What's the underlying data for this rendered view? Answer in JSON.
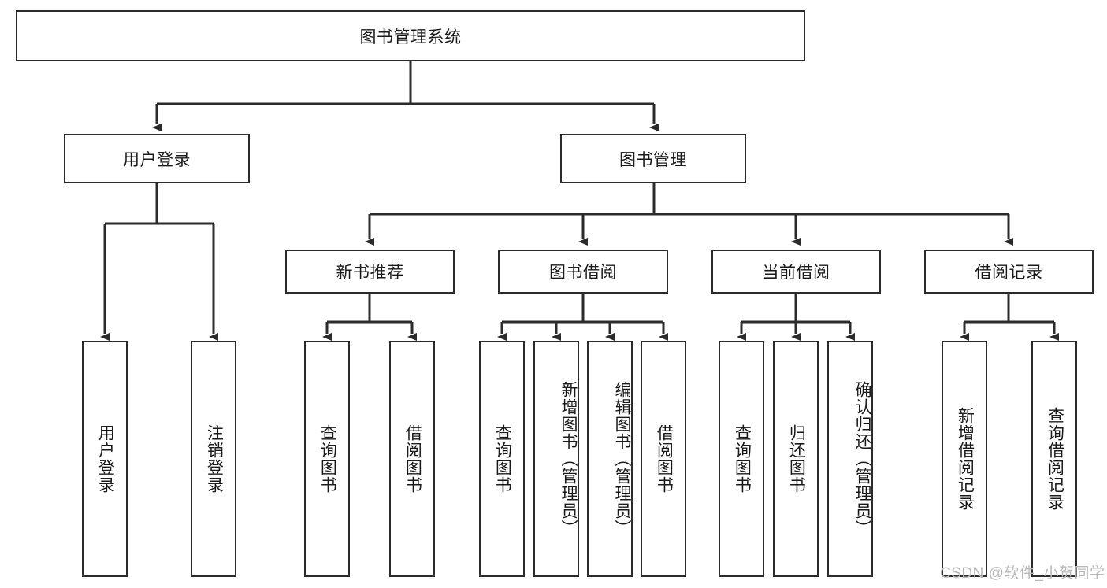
{
  "diagram": {
    "title": "图书管理系统",
    "type": "tree",
    "orientation": "top-down",
    "line_color": "#2b2b2b",
    "box_fill": "#ffffff",
    "text_color": "#1a1a1a",
    "root": {
      "label": "图书管理系统",
      "level": 0
    },
    "level1": [
      {
        "label": "用户登录"
      },
      {
        "label": "图书管理"
      }
    ],
    "level2": [
      {
        "label": "新书推荐",
        "parent": "图书管理"
      },
      {
        "label": "图书借阅",
        "parent": "图书管理"
      },
      {
        "label": "当前借阅",
        "parent": "图书管理"
      },
      {
        "label": "借阅记录",
        "parent": "图书管理"
      }
    ],
    "leaves": {
      "user_login": [
        {
          "label": "用户登录"
        },
        {
          "label": "注销登录"
        }
      ],
      "new_book_recommend": [
        {
          "label": "查询图书"
        },
        {
          "label": "借阅图书"
        }
      ],
      "book_borrow": [
        {
          "label": "查询图书"
        },
        {
          "label": "新增图书（管理员）"
        },
        {
          "label": "编辑图书（管理员）"
        },
        {
          "label": "借阅图书"
        }
      ],
      "current_borrow": [
        {
          "label": "查询图书"
        },
        {
          "label": "归还图书"
        },
        {
          "label": "确认归还（管理员）"
        }
      ],
      "borrow_record": [
        {
          "label": "新增借阅记录"
        },
        {
          "label": "查询借阅记录"
        }
      ]
    }
  },
  "watermark": {
    "text": "CSDN @软件_小贺同学"
  }
}
